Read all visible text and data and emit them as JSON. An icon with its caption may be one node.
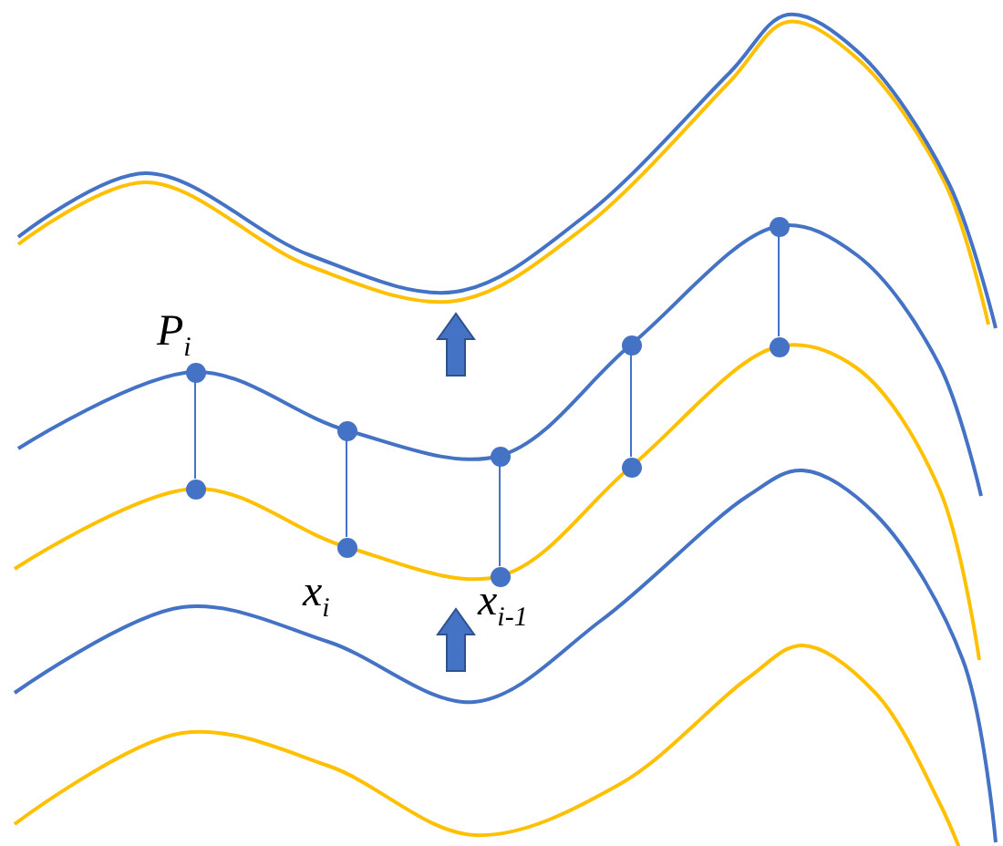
{
  "diagram": {
    "nodes": [
      {
        "text": [],
        "shape": "circle"
      },
      {
        "text": [],
        "shape": "circle"
      },
      {
        "text": [],
        "shape": "circle"
      },
      {
        "text": [],
        "shape": "circle"
      },
      {
        "text": [],
        "shape": "circle"
      },
      {
        "text": [],
        "shape": "circle"
      },
      {
        "text": [],
        "shape": "circle"
      },
      {
        "text": [],
        "shape": "circle"
      },
      {
        "text": [],
        "shape": "circle"
      },
      {
        "text": [],
        "shape": "circle"
      }
    ],
    "edges": [
      {
        "from": 0,
        "to": 5,
        "arrow": "none"
      },
      {
        "from": 1,
        "to": 6,
        "arrow": "none"
      },
      {
        "from": 2,
        "to": 7,
        "arrow": "none"
      },
      {
        "from": 3,
        "to": 8,
        "arrow": "none"
      },
      {
        "from": 4,
        "to": 9,
        "arrow": "none"
      }
    ],
    "labels": [
      "P$_{i}$",
      "x$_{i}$",
      "x$_{i-1}$"
    ]
  }
}
